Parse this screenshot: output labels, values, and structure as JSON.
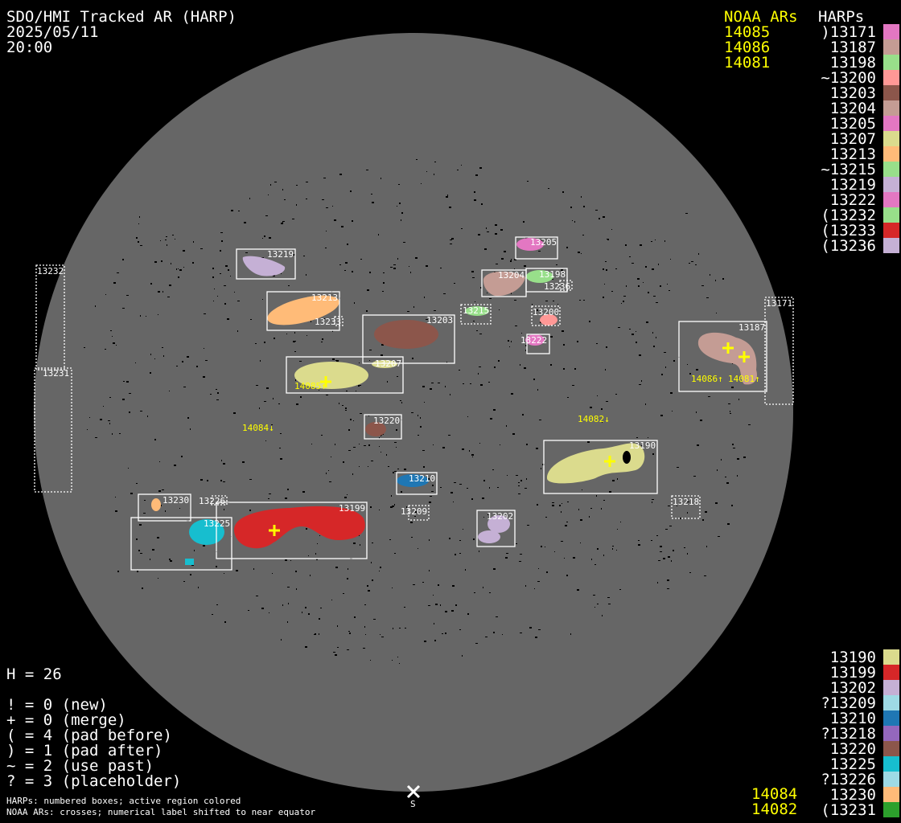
{
  "header": {
    "title": "SDO/HMI Tracked AR (HARP)",
    "date": "2025/05/11",
    "time": "20:00"
  },
  "noaa_top": {
    "title": "NOAA ARs",
    "items": [
      "14085",
      "14086",
      "14081"
    ]
  },
  "noaa_bottom": {
    "items": [
      "14084",
      "14082"
    ]
  },
  "harps_top": {
    "title": "HARPs",
    "items": [
      {
        "label": ")13171",
        "color": "#e377c2"
      },
      {
        "label": "13187",
        "color": "#c49c94"
      },
      {
        "label": "13198",
        "color": "#98df8a"
      },
      {
        "label": "~13200",
        "color": "#ff9896"
      },
      {
        "label": "13203",
        "color": "#8c564b"
      },
      {
        "label": "13204",
        "color": "#c49c94"
      },
      {
        "label": "13205",
        "color": "#e377c2"
      },
      {
        "label": "13207",
        "color": "#dbdb8d"
      },
      {
        "label": "13213",
        "color": "#ffbb78"
      },
      {
        "label": "~13215",
        "color": "#98df8a"
      },
      {
        "label": "13219",
        "color": "#c5b0d5"
      },
      {
        "label": "13222",
        "color": "#e377c2"
      },
      {
        "label": "(13232",
        "color": "#98df8a"
      },
      {
        "label": "(13233",
        "color": "#d62728"
      },
      {
        "label": "(13236",
        "color": "#c5b0d5"
      }
    ]
  },
  "harps_bottom": {
    "items": [
      {
        "label": "13190",
        "color": "#dbdb8d"
      },
      {
        "label": "13199",
        "color": "#d62728"
      },
      {
        "label": "13202",
        "color": "#c5b0d5"
      },
      {
        "label": "?13209",
        "color": "#9edae5"
      },
      {
        "label": "13210",
        "color": "#1f77b4"
      },
      {
        "label": "?13218",
        "color": "#9467bd"
      },
      {
        "label": "13220",
        "color": "#8c564b"
      },
      {
        "label": "13225",
        "color": "#17becf"
      },
      {
        "label": "?13226",
        "color": "#9edae5"
      },
      {
        "label": "13230",
        "color": "#ffbb78"
      },
      {
        "label": "(13231",
        "color": "#2ca02c"
      }
    ]
  },
  "stats": {
    "h": "H = 26",
    "lines": [
      "! = 0 (new)",
      "+ = 0 (merge)",
      "( = 4 (pad before)",
      ") = 1 (pad after)",
      "~ = 2 (use past)",
      "? = 3 (placeholder)"
    ]
  },
  "footer": {
    "line1": "HARPs: numbered boxes; active region colored",
    "line2": "NOAA ARs: crosses; numerical label shifted to near equator"
  },
  "disk": {
    "south_marker": "S",
    "disk_color": "#666666"
  },
  "regions": {
    "r13205": "13205",
    "r13204": "13204",
    "r13198": "13198",
    "r13236": "13236",
    "r13215": "13215",
    "r13200": "13200",
    "r13222": "13222",
    "r13219": "13219",
    "r13213": "13213",
    "r13233": "13233",
    "r13203": "13203",
    "r13207": "13207",
    "r13232": "13232",
    "r13231": "13231",
    "r13171": "13171",
    "r13187": "13187",
    "r13220": "13220",
    "r13190": "13190",
    "r13210": "13210",
    "r13209": "13209",
    "r13202": "13202",
    "r13218": "13218",
    "r13230": "13230",
    "r13226": "13226",
    "r13225": "13225",
    "r13199": "13199"
  },
  "ar_labels": {
    "a14085": "14085↑",
    "a14086": "14086↑",
    "a14081": "14081↑",
    "a14084": "14084↓",
    "a14082": "14082↓"
  }
}
